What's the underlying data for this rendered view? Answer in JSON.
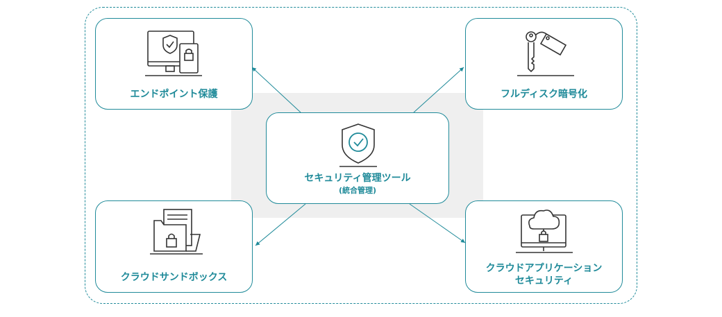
{
  "center": {
    "title": "セキュリティ管理ツール",
    "subtitle": "(統合管理)",
    "icon": "shield-check-icon"
  },
  "nodes": {
    "endpoint": {
      "label": "エンドポイント保護",
      "icon": "monitor-device-lock-icon"
    },
    "disk": {
      "label": "フルディスク暗号化",
      "icon": "key-tag-icon"
    },
    "sandbox": {
      "label": "クラウドサンドボックス",
      "icon": "folder-lock-icon"
    },
    "appsec": {
      "label_line1": "クラウドアプリケーション",
      "label_line2": "セキュリティ",
      "icon": "cloud-monitor-lock-icon"
    }
  },
  "colors": {
    "accent": "#1f8a99",
    "icon_stroke": "#333333",
    "center_bg": "#efefef"
  }
}
